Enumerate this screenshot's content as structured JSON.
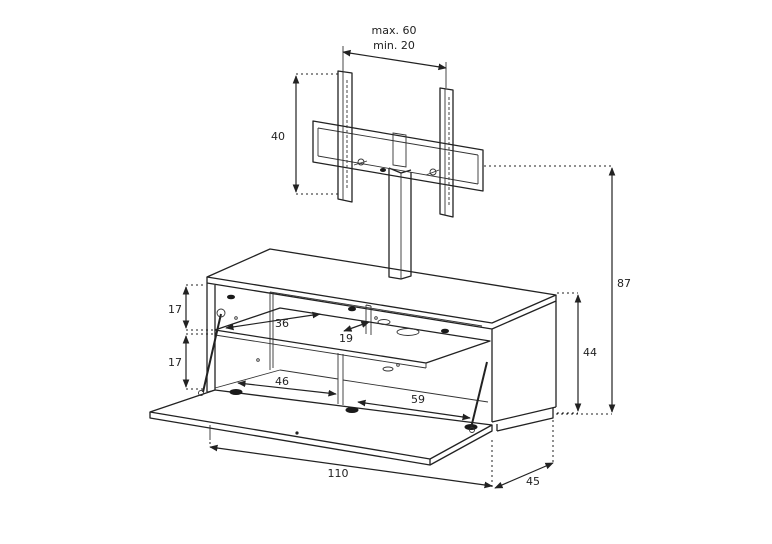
{
  "dimensions": {
    "bracket_span_max": "max. 60",
    "bracket_span_min": "min. 20",
    "bracket_height": "40",
    "total_height": "87",
    "cabinet_height": "44",
    "compartment_upper": "17",
    "compartment_lower": "17",
    "shelf_upper_width": "36",
    "shelf_small_width": "19",
    "shelf_lower_left_width": "46",
    "shelf_lower_right_width": "59",
    "total_width": "110",
    "depth": "45"
  },
  "colors": {
    "line": "#222222",
    "background": "#ffffff"
  }
}
